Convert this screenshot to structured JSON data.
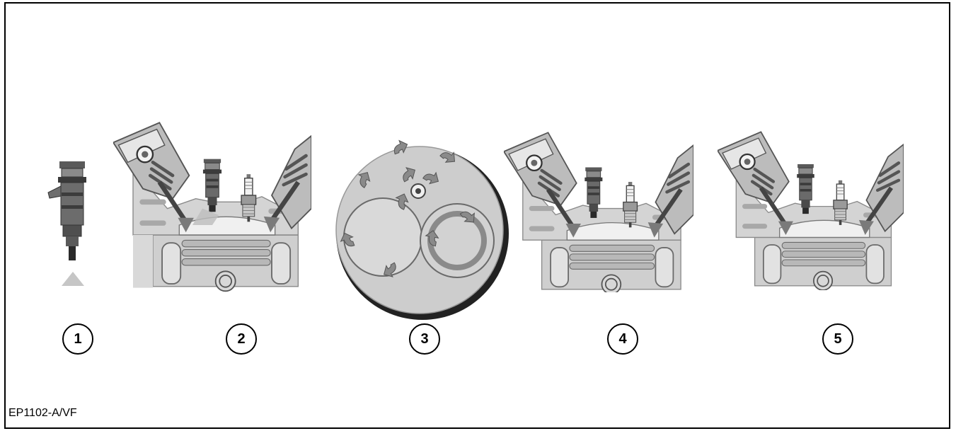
{
  "figure": {
    "reference_code": "EP1102-A/VF",
    "callouts": [
      "1",
      "2",
      "3",
      "4",
      "5"
    ]
  },
  "panels": [
    {
      "callout": "1",
      "depicts": "fuel-injector"
    },
    {
      "callout": "2",
      "depicts": "cylinder-head-cross-section"
    },
    {
      "callout": "3",
      "depicts": "combustion-chamber-top-view"
    },
    {
      "callout": "4",
      "depicts": "cylinder-head-cross-section"
    },
    {
      "callout": "5",
      "depicts": "cylinder-head-cross-section"
    }
  ],
  "colors": {
    "ink": "#000000",
    "dark_gray": "#505050",
    "mid_gray": "#8a8a8a",
    "light_gray": "#c9c9c9",
    "pale_gray": "#e2e2e2"
  }
}
